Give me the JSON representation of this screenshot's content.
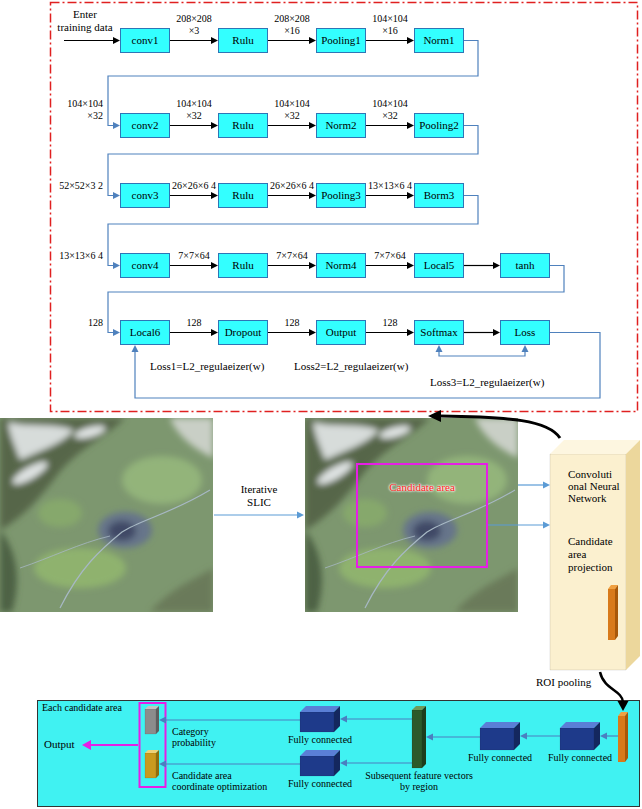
{
  "diagram": {
    "nodes": [
      {
        "text": [
          "conv1"
        ]
      },
      {
        "text": [
          "Rulu"
        ]
      },
      {
        "text": [
          "Pooling1"
        ]
      },
      {
        "text": [
          "Norm1"
        ]
      },
      {
        "text": [
          "conv2"
        ]
      },
      {
        "text": [
          "Rulu"
        ]
      },
      {
        "text": [
          "Norm2"
        ]
      },
      {
        "text": [
          "Pooling2"
        ]
      },
      {
        "text": [
          "conv3"
        ]
      },
      {
        "text": [
          "Rulu"
        ]
      },
      {
        "text": [
          "Pooling3"
        ]
      },
      {
        "text": [
          "Borm3"
        ]
      },
      {
        "text": [
          "conv4"
        ]
      },
      {
        "text": [
          "Rulu"
        ]
      },
      {
        "text": [
          "Norm4"
        ]
      },
      {
        "text": [
          "Local5"
        ]
      },
      {
        "text": [
          "tanh"
        ]
      },
      {
        "text": [
          "Local6"
        ]
      },
      {
        "text": [
          "Dropout"
        ]
      },
      {
        "text": [
          "Output"
        ]
      },
      {
        "text": [
          "Softmax"
        ]
      },
      {
        "text": [
          "Loss"
        ]
      },
      {
        "text": [
          "Candidate area"
        ]
      },
      {
        "text": [
          "Convoluti onal Neural Network"
        ]
      },
      {
        "text": [
          "Each candidate area"
        ]
      },
      {
        "text": [
          "Fully connected"
        ],
        "in": 24
      },
      {
        "text": [
          "Fully connected"
        ],
        "in": 24
      },
      {
        "text": [
          "Subsequent feature vectors by region"
        ],
        "in": 24
      },
      {
        "text": [
          "Fully connected"
        ],
        "in": 24
      },
      {
        "text": [
          "Fully connected"
        ],
        "in": 24
      },
      {
        "text": [
          "Category probability"
        ],
        "in": 24
      },
      {
        "text": [
          "Candidate area coordinate optimization"
        ],
        "in": 24
      }
    ],
    "edges": [
      {
        "from": 0,
        "to": 1,
        "arrow": "to"
      },
      {
        "from": 1,
        "to": 2,
        "arrow": "to"
      },
      {
        "from": 2,
        "to": 3,
        "arrow": "to"
      },
      {
        "from": 3,
        "to": 4,
        "arrow": "to"
      },
      {
        "from": 4,
        "to": 5,
        "arrow": "to"
      },
      {
        "from": 5,
        "to": 6,
        "arrow": "to"
      },
      {
        "from": 6,
        "to": 7,
        "arrow": "to"
      },
      {
        "from": 7,
        "to": 8,
        "arrow": "to"
      },
      {
        "from": 8,
        "to": 9,
        "arrow": "to"
      },
      {
        "from": 9,
        "to": 10,
        "arrow": "to"
      },
      {
        "from": 10,
        "to": 11,
        "arrow": "to"
      },
      {
        "from": 11,
        "to": 12,
        "arrow": "to"
      },
      {
        "from": 12,
        "to": 13,
        "arrow": "to"
      },
      {
        "from": 13,
        "to": 14,
        "arrow": "to"
      },
      {
        "from": 14,
        "to": 15,
        "arrow": "to"
      },
      {
        "from": 15,
        "to": 16,
        "arrow": "to"
      },
      {
        "from": 16,
        "to": 17,
        "arrow": "to"
      },
      {
        "from": 17,
        "to": 18,
        "arrow": "to"
      },
      {
        "from": 18,
        "to": 19,
        "arrow": "to"
      },
      {
        "from": 19,
        "to": 20,
        "arrow": "to"
      },
      {
        "from": 20,
        "to": 21,
        "arrow": "to"
      },
      {
        "from": 21,
        "to": 20,
        "arrow": "both"
      },
      {
        "from": 21,
        "to": 17,
        "arrow": "to"
      },
      {
        "from": 22,
        "to": 23,
        "label": "Candidate area projection",
        "arrow": "to"
      },
      {
        "from": 25,
        "to": 26,
        "arrow": "to"
      },
      {
        "from": 26,
        "to": 27,
        "arrow": "to"
      },
      {
        "from": 27,
        "to": 28,
        "arrow": "to"
      },
      {
        "from": 27,
        "to": 29,
        "arrow": "to"
      },
      {
        "from": 28,
        "to": 30,
        "arrow": "to"
      },
      {
        "from": 29,
        "to": 31,
        "arrow": "to"
      }
    ],
    "labels": [
      "Enter training data",
      "208×208 ×3",
      "208×208 ×16",
      "104×104 ×16",
      "104×104 ×32",
      "104×104 ×32",
      "104×104 ×32",
      "104×104 ×32",
      "52×52×3 2",
      "26×26×6 4",
      "26×26×6 4",
      "13×13×6 4",
      "13×13×6 4",
      "7×7×64",
      "7×7×64",
      "7×7×64",
      "128",
      "128",
      "128",
      "128",
      "Loss1=L2_regulaeizer(w)",
      "Loss2=L2_regulaeizer(w)",
      "Loss3=L2_regulaeizer(w)",
      "Iterative SLIC",
      "ROI pooling",
      "Output"
    ]
  }
}
